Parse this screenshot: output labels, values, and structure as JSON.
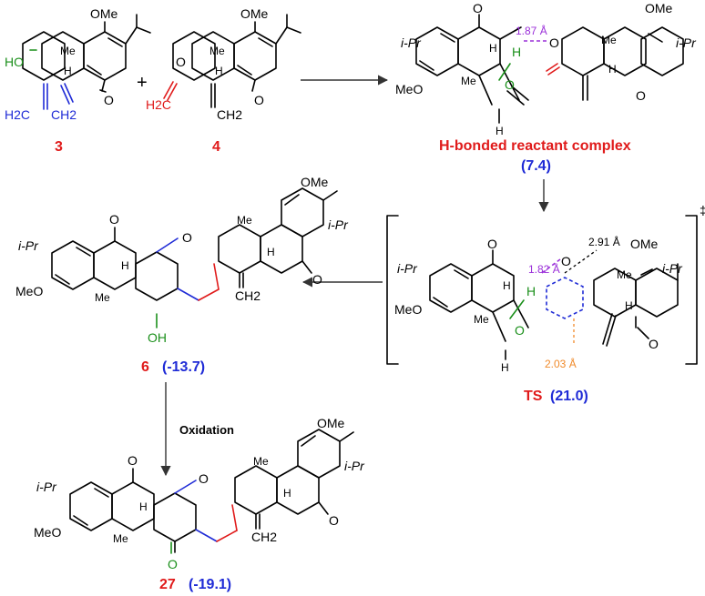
{
  "compounds": {
    "c3": {
      "label": "3"
    },
    "c4": {
      "label": "4"
    },
    "complex": {
      "label": "H-bonded reactant complex",
      "energy": "(7.4)"
    },
    "ts": {
      "label": "TS",
      "energy": "(21.0)"
    },
    "c6": {
      "label": "6",
      "energy": "(-13.7)"
    },
    "c27": {
      "label": "27",
      "energy": "(-19.1)"
    }
  },
  "reagents": {
    "plus": "+",
    "oxidation": "Oxidation"
  },
  "distances": {
    "complex_hbond": "1.87 Å",
    "ts_hbond": "1.82 Å",
    "ts_form1": "2.91 Å",
    "ts_form2": "2.03 Å"
  },
  "ts_symbol": "‡",
  "atoms": {
    "ome": "OMe",
    "meo": "MeO",
    "ipr": "i-Pr",
    "me": "Me",
    "o": "O",
    "h": "H",
    "ho": "HO",
    "oh": "OH",
    "h2c": "H2C",
    "ch2": "CH2"
  },
  "colors": {
    "red": "#e01b1b",
    "blue": "#1f2bd6",
    "green": "#1a8f1a",
    "purple": "#9b30d9",
    "orange": "#f08a2a"
  }
}
